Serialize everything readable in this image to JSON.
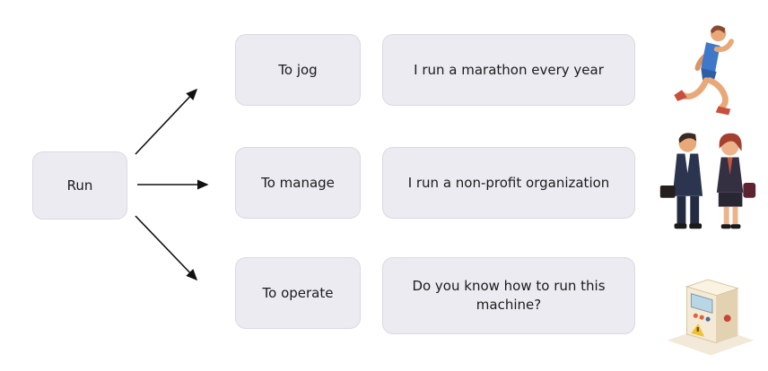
{
  "root": {
    "label": "Run"
  },
  "rows": [
    {
      "sense": "To jog",
      "example": "I run a marathon every year",
      "illustration": "runner"
    },
    {
      "sense": "To manage",
      "example": "I run a non-profit organization",
      "illustration": "business-people"
    },
    {
      "sense": "To operate",
      "example": "Do you know how to run this machine?",
      "illustration": "machine"
    }
  ],
  "colors": {
    "background": "#ffffff",
    "box_bg": "#ecebf1",
    "box_border": "#dbd8e3",
    "text": "#1b1b1d",
    "arrow": "#111111"
  }
}
